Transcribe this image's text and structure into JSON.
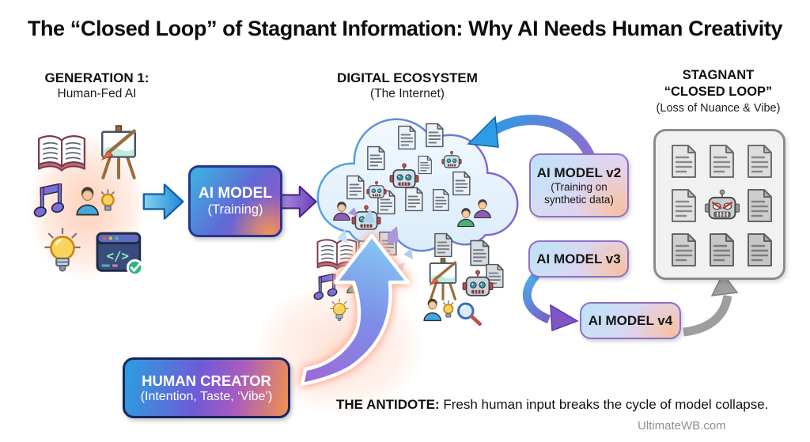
{
  "title": "The “Closed Loop” of Stagnant Information: Why AI Needs Human Creativity",
  "sections": {
    "generation1": {
      "heading": "GENERATION 1:",
      "subheading": "Human-Fed AI"
    },
    "ecosystem": {
      "heading": "DIGITAL ECOSYSTEM",
      "subheading": "(The Internet)"
    },
    "stagnant": {
      "heading_line1": "STAGNANT",
      "heading_line2": "“CLOSED LOOP”",
      "subheading": "(Loss of Nuance & Vibe)"
    }
  },
  "boxes": {
    "ai_model": {
      "label": "AI MODEL",
      "sublabel": "(Training)"
    },
    "ai_model_v2": {
      "label": "AI MODEL v2",
      "sublabel": "(Training on synthetic data)"
    },
    "ai_model_v3": {
      "label": "AI MODEL v3"
    },
    "ai_model_v4": {
      "label": "AI MODEL v4"
    },
    "human_creator": {
      "label": "HUMAN CREATOR",
      "sublabel": "(Intention, Taste, ‘Vibe’)"
    }
  },
  "footer": {
    "antidote_lead": "THE ANTIDOTE:",
    "antidote_text": " Fresh human input breaks the cycle of model collapse.",
    "watermark": "UltimateWB.com"
  },
  "icons": {
    "code_glyph": "</>"
  },
  "colors": {
    "ai_model_gradient": [
      "#3FABE0",
      "#5F6AD6",
      "#9C56C5",
      "#F09A55"
    ],
    "human_creator_gradient": [
      "#2B9FE0",
      "#6E5BD6",
      "#F0924E"
    ],
    "pastel_box_border": "#8E6FC8",
    "cloud_stroke": [
      "#4FA8E8",
      "#8A5FC8"
    ],
    "stagnant_border": "#8C8C8C",
    "arrow_blue": "#1E88D8",
    "arrow_purple": "#6A3FB5",
    "arrow_gray": "#9E9E9E"
  }
}
